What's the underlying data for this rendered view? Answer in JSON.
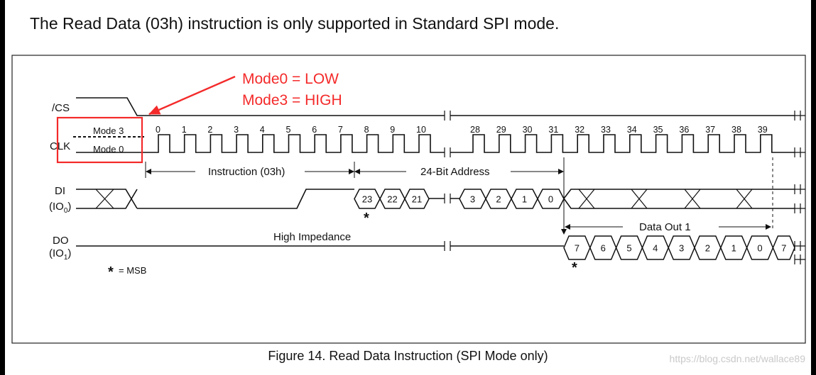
{
  "heading": "The Read Data (03h) instruction is only supported in Standard SPI mode.",
  "caption": "Figure 14. Read Data Instruction (SPI Mode only)",
  "watermark": "https://blog.csdn.net/wallace89",
  "annotation": {
    "line1": "Mode0 = LOW",
    "line2": "Mode3 = HIGH",
    "color": "#f42a2a"
  },
  "signals": {
    "cs": "/CS",
    "clk": "CLK",
    "di": "DI",
    "di_sub": "(IO",
    "di_idx": "0",
    "do": "DO",
    "do_sub": "(IO",
    "do_idx": "1",
    "close_paren": ")"
  },
  "modes": {
    "mode3": "Mode 3",
    "mode0": "Mode 0"
  },
  "clock_numbers": [
    "0",
    "1",
    "2",
    "3",
    "4",
    "5",
    "6",
    "7",
    "8",
    "9",
    "10",
    "28",
    "29",
    "30",
    "31",
    "32",
    "33",
    "34",
    "35",
    "36",
    "37",
    "38",
    "39"
  ],
  "spans": {
    "instruction": "Instruction (03h)",
    "address": "24-Bit Address",
    "data_out": "Data Out 1"
  },
  "di_address_bits": [
    "23",
    "22",
    "21",
    "3",
    "2",
    "1",
    "0"
  ],
  "do_data_bits": [
    "7",
    "6",
    "5",
    "4",
    "3",
    "2",
    "1",
    "0",
    "7"
  ],
  "high_impedance": "High Impedance",
  "msb_marker": "*",
  "msb_legend": "= MSB"
}
